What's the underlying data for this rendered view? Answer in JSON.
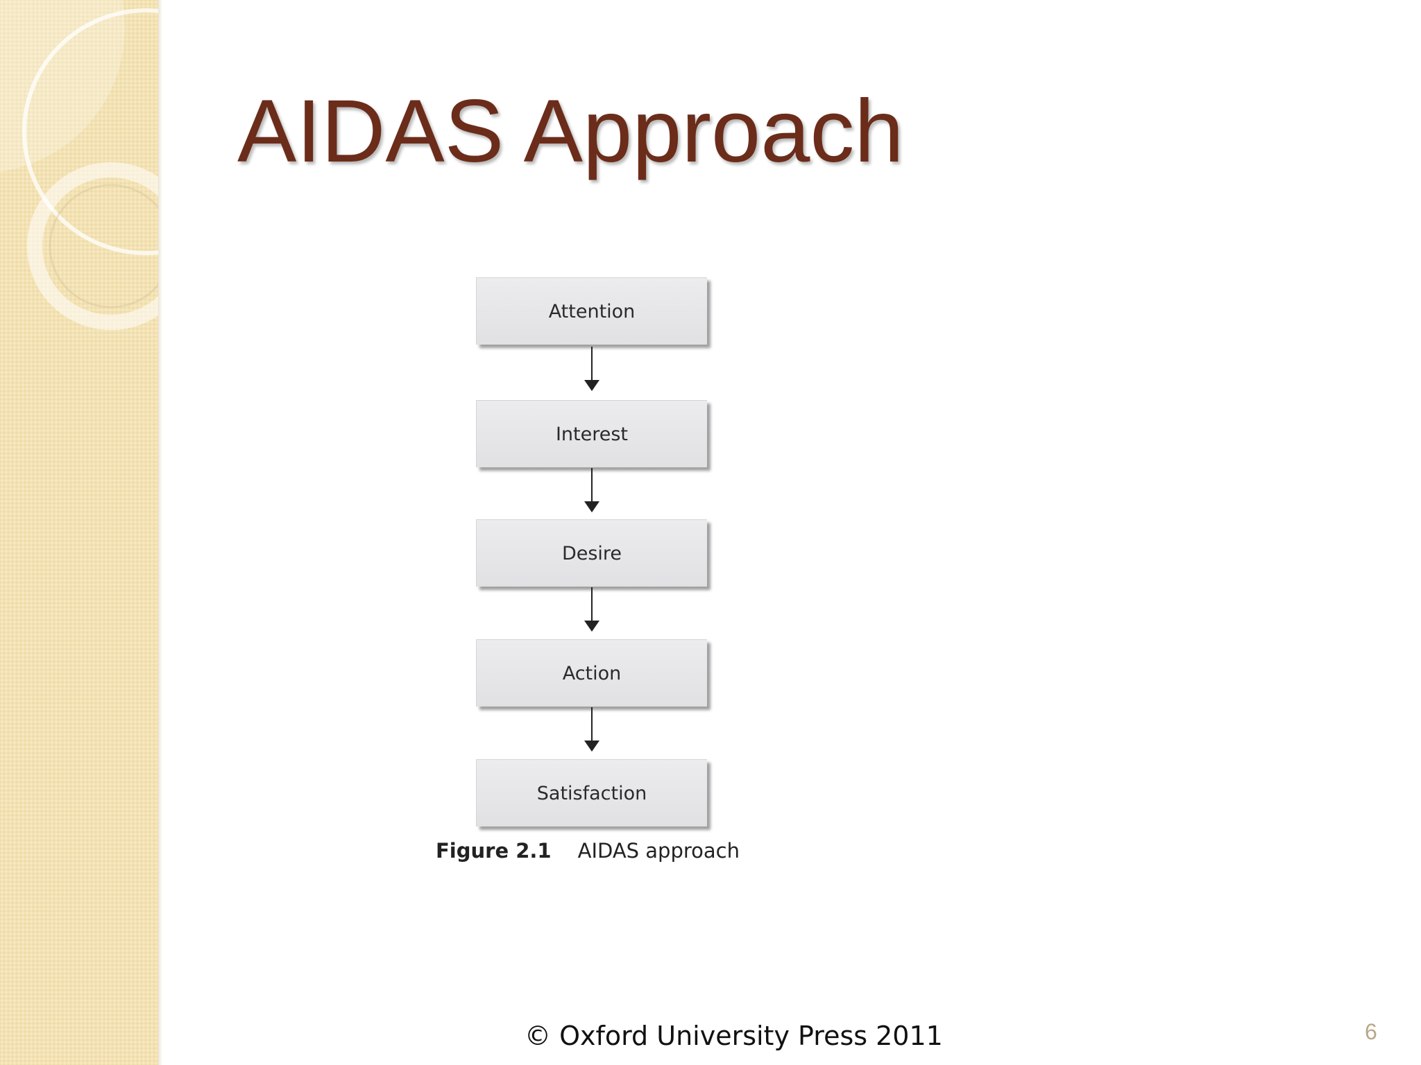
{
  "slide": {
    "title": "AIDAS Approach",
    "footer": "© Oxford University Press 2011",
    "page_number": "6"
  },
  "diagram": {
    "steps": [
      "Attention",
      "Interest",
      "Desire",
      "Action",
      "Satisfaction"
    ],
    "caption_number": "Figure 2.1",
    "caption_text": "AIDAS approach"
  },
  "colors": {
    "title": "#6b2c1a",
    "band": "#f3e2b3",
    "box": "#e6e6e9"
  }
}
